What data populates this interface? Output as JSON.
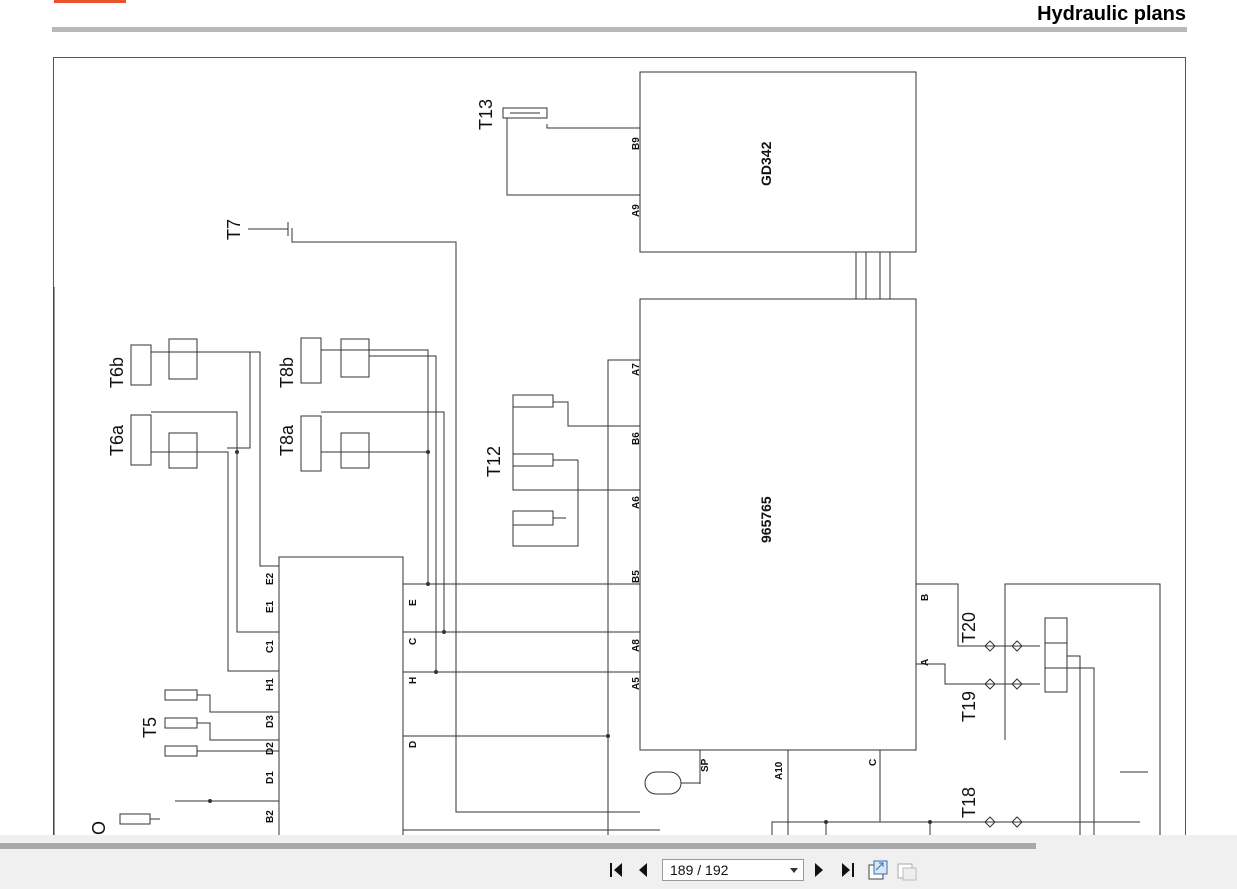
{
  "header": {
    "title": "Hydraulic plans"
  },
  "diagram": {
    "labels": {
      "t13": "T13",
      "t7": "T7",
      "t6b": "T6b",
      "t6a": "T6a",
      "t8b": "T8b",
      "t8a": "T8a",
      "t12": "T12",
      "t5": "T5",
      "t20": "T20",
      "t19": "T19",
      "t18": "T18",
      "o": "O",
      "gd342": "GD342",
      "block965765": "965765",
      "b9": "B9",
      "a9": "A9",
      "a7": "A7",
      "b6": "B6",
      "a6": "A6",
      "b5": "B5",
      "a8": "A8",
      "a5": "A5",
      "sp": "SP",
      "a10": "A10",
      "c_r": "C",
      "b_r": "B",
      "a_r": "A",
      "e2": "E2",
      "e1": "E1",
      "c1": "C1",
      "h1": "H1",
      "d3": "D3",
      "d2": "D2",
      "d1": "D1",
      "b2": "B2",
      "e_m": "E",
      "c_m": "C",
      "h_m": "H",
      "d_m": "D"
    }
  },
  "viewer": {
    "page_indicator": "189 / 192",
    "first_icon": "first-page-icon",
    "prev_icon": "prev-page-icon",
    "next_icon": "next-page-icon",
    "last_icon": "last-page-icon",
    "colors": {
      "accent": "#e8532e",
      "rule": "#b8b8b8",
      "bar": "#f0f0f0"
    }
  }
}
